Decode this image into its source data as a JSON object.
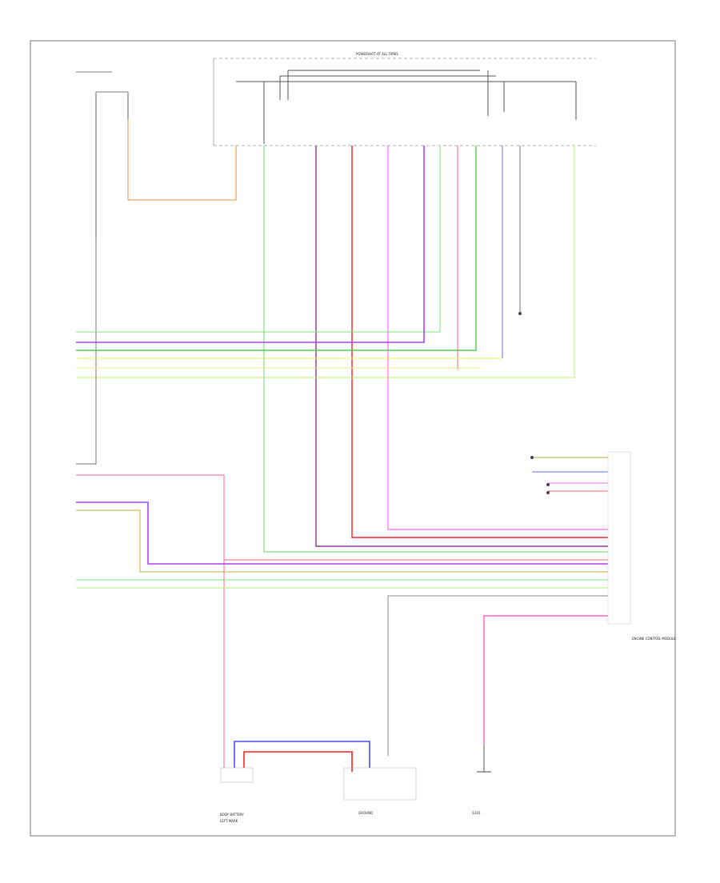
{
  "labels": {
    "top_box": "POWER/HOT AT ALL TIMES",
    "bottom_left_1": "BODY BATTERY",
    "bottom_left_2": "LEFT MARK",
    "component_right": "ENGINE CONTROL MODULE",
    "connector_bottom_mid": "GROUND",
    "ground_bottom_right": "G101"
  },
  "wire_colors": {
    "orange": "#f0a060",
    "green": "#7ee07e",
    "purple": "#8a3a8a",
    "red": "#ff2020",
    "pink": "#ff66ff",
    "violet": "#b040ff",
    "lime": "#b8f070",
    "pinkred": "#ff6070",
    "blue": "#4a4aff",
    "yellow": "#f6f07a",
    "gray": "#666666",
    "olive": "#c8c060",
    "magenta": "#ff40c0"
  }
}
